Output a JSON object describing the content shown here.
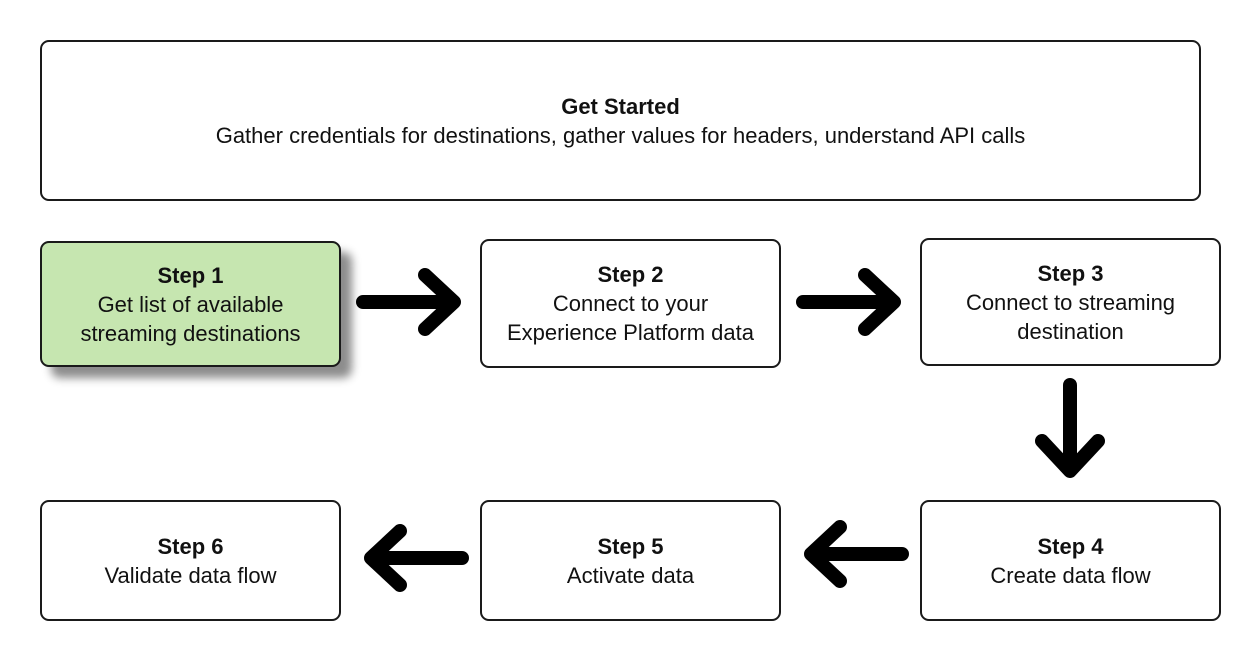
{
  "get_started": {
    "title": "Get Started",
    "text": "Gather credentials for destinations, gather values for headers, understand API calls"
  },
  "steps": [
    {
      "title": "Step 1",
      "lines": [
        "Get list of available",
        "streaming destinations"
      ],
      "highlighted": true
    },
    {
      "title": "Step 2",
      "lines": [
        "Connect to your",
        "Experience Platform data"
      ],
      "highlighted": false
    },
    {
      "title": "Step 3",
      "lines": [
        "Connect to streaming",
        "destination"
      ],
      "highlighted": false
    },
    {
      "title": "Step 4",
      "lines": [
        "Create data flow"
      ],
      "highlighted": false
    },
    {
      "title": "Step 5",
      "lines": [
        "Activate data"
      ],
      "highlighted": false
    },
    {
      "title": "Step 6",
      "lines": [
        "Validate data flow"
      ],
      "highlighted": false
    }
  ],
  "colors": {
    "highlight_fill": "#c6e6b0",
    "border": "#1a1a1a",
    "arrow": "#000000"
  },
  "icons": {
    "arrow_right": "arrow-right-icon",
    "arrow_down": "arrow-down-icon",
    "arrow_left": "arrow-left-icon"
  }
}
